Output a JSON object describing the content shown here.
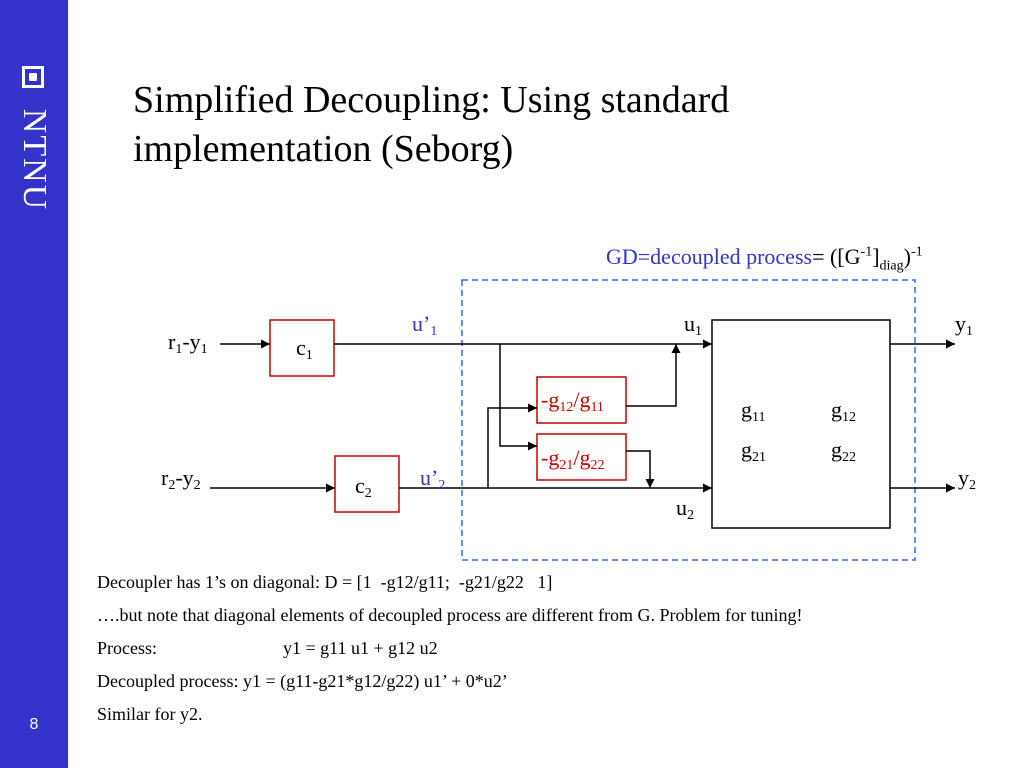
{
  "slide": {
    "title_line1": "Simplified Decoupling: Using standard",
    "title_line2": "implementation (Seborg)",
    "page_number": "8",
    "logo_text": "NTNU"
  },
  "diagram": {
    "gd_label_blue": "GD=decoupled process",
    "gd_label_rest": "= ([G",
    "gd_sup1": "-1",
    "gd_mid": "]",
    "gd_sub": "diag",
    "gd_end": ")",
    "gd_sup2": "-1",
    "r1_main": "r",
    "r1_sub": "1",
    "r1_dash": "-y",
    "r1_sub2": "1",
    "r2_main": "r",
    "r2_sub": "2",
    "r2_dash": "-y",
    "r2_sub2": "2",
    "c1_main": "c",
    "c1_sub": "1",
    "c2_main": "c",
    "c2_sub": "2",
    "u1p_main": "u’",
    "u1p_sub": "1",
    "u2p_main": "u’",
    "u2p_sub": "2",
    "dec12_a": "-g",
    "dec12_b": "12",
    "dec12_c": "/g",
    "dec12_d": "11",
    "dec21_a": "-g",
    "dec21_b": "21",
    "dec21_c": "/g",
    "dec21_d": "22",
    "u1_main": "u",
    "u1_sub": "1",
    "u2_main": "u",
    "u2_sub": "2",
    "y1_main": "y",
    "y1_sub": "1",
    "y2_main": "y",
    "y2_sub": "2",
    "g11_main": "g",
    "g11_sub": "11",
    "g12_main": "g",
    "g12_sub": "12",
    "g21_main": "g",
    "g21_sub": "21",
    "g22_main": "g",
    "g22_sub": "22"
  },
  "body_lines": {
    "line1": "Decoupler has 1’s on diagonal: D = [1  -g12/g11;  -g21/g22   1]",
    "line2": "….but note that diagonal elements of decoupled process are different from G. Problem for tuning!",
    "line3_label": "Process:",
    "line3_eq": "y1 = g11 u1 + g12 u2",
    "line4": "Decoupled process: y1 = (g11-g21*g12/g22) u1’ + 0*u2’",
    "line5": "Similar for y2."
  },
  "colors": {
    "sidebar": "#3333cc",
    "accent_blue": "#3333cc",
    "decoupler_red": "#cc0000",
    "dashed_box": "#3366ff"
  }
}
